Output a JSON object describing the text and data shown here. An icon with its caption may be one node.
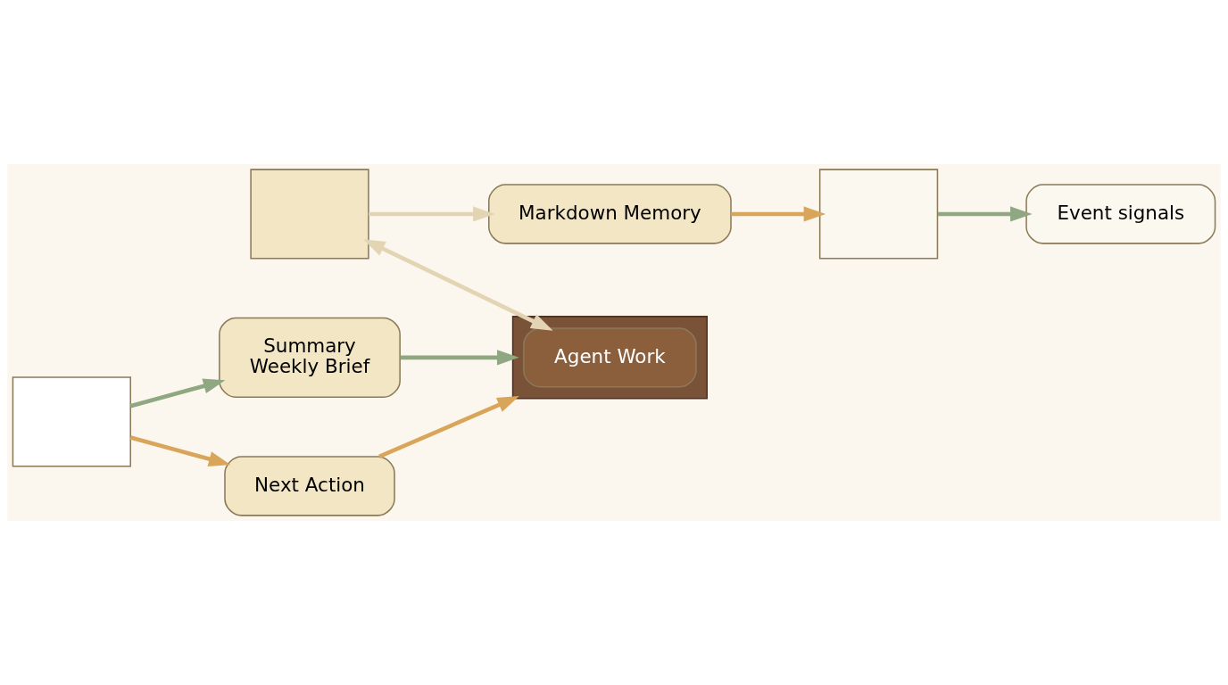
{
  "diagram": {
    "nodes": [
      {
        "text": [],
        "shape": "box"
      },
      {
        "text": [
          "Markdown Memory"
        ]
      },
      {
        "text": [],
        "shape": "box"
      },
      {
        "text": [
          "Event signals"
        ]
      },
      {
        "text": [],
        "shape": "box"
      },
      {
        "text": [
          "Summary",
          "Weekly Brief"
        ]
      },
      {
        "text": [
          "Next Action"
        ]
      },
      {
        "text": [],
        "shape": "box"
      },
      {
        "text": [
          "Agent Work"
        ],
        "in": 7
      }
    ],
    "edges": [
      {
        "from": 0,
        "to": 1,
        "arrow": "to",
        "color": "#e3d5b4"
      },
      {
        "from": 1,
        "to": 2,
        "arrow": "to",
        "color": "#d9a55a"
      },
      {
        "from": 2,
        "to": 3,
        "arrow": "to",
        "color": "#8fa882"
      },
      {
        "from": 4,
        "to": 5,
        "arrow": "to",
        "color": "#8fa882"
      },
      {
        "from": 4,
        "to": 6,
        "arrow": "to",
        "color": "#d9a55a"
      },
      {
        "from": 5,
        "to": 7,
        "arrow": "to",
        "color": "#8fa882"
      },
      {
        "from": 6,
        "to": 7,
        "arrow": "to",
        "color": "#d9a55a"
      },
      {
        "from": 0,
        "to": 8,
        "arrow": "both",
        "color": "#e3d5b4"
      }
    ]
  }
}
